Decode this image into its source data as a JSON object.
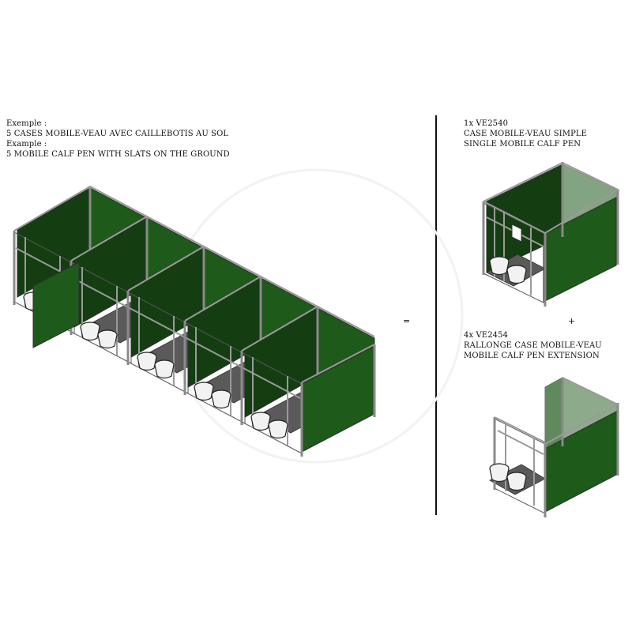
{
  "left": {
    "line1": "Exemple :",
    "line2": "5 CASES MOBILE-VEAU AVEC CAILLEBOTIS AU SOL",
    "line3": "Example :",
    "line4": "5 MOBILE CALF PEN WITH SLATS ON THE GROUND"
  },
  "right_top": {
    "line1": "1x VE2540",
    "line2": "CASE MOBILE-VEAU SIMPLE",
    "line3": "SINGLE MOBILE CALF PEN"
  },
  "right_bottom": {
    "line1": "4x VE2454",
    "line2": "RALLONGE CASE MOBILE-VEAU",
    "line3": "MOBILE CALF PEN EXTENSION"
  },
  "symbols": {
    "equals": "=",
    "plus": "+"
  },
  "colors": {
    "panel_green": "#1e5a1a",
    "frame_grey": "#8a8a8a"
  }
}
